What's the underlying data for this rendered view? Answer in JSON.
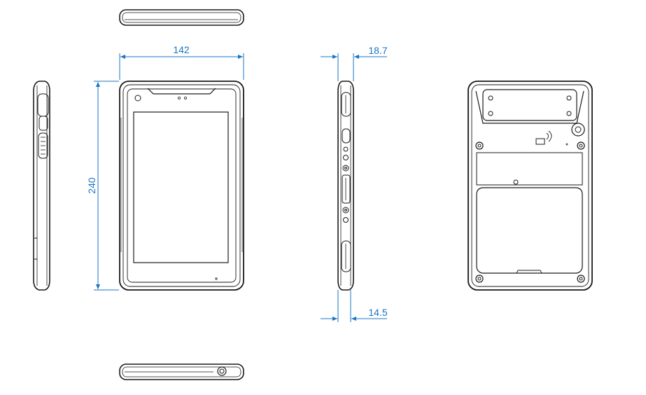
{
  "dimensions": {
    "width": "142",
    "height": "240",
    "thickness_max": "18.7",
    "thickness_min": "14.5"
  },
  "colors": {
    "dimension": "#1a74c4",
    "outline": "#1a1a1a",
    "background": "#ffffff"
  }
}
